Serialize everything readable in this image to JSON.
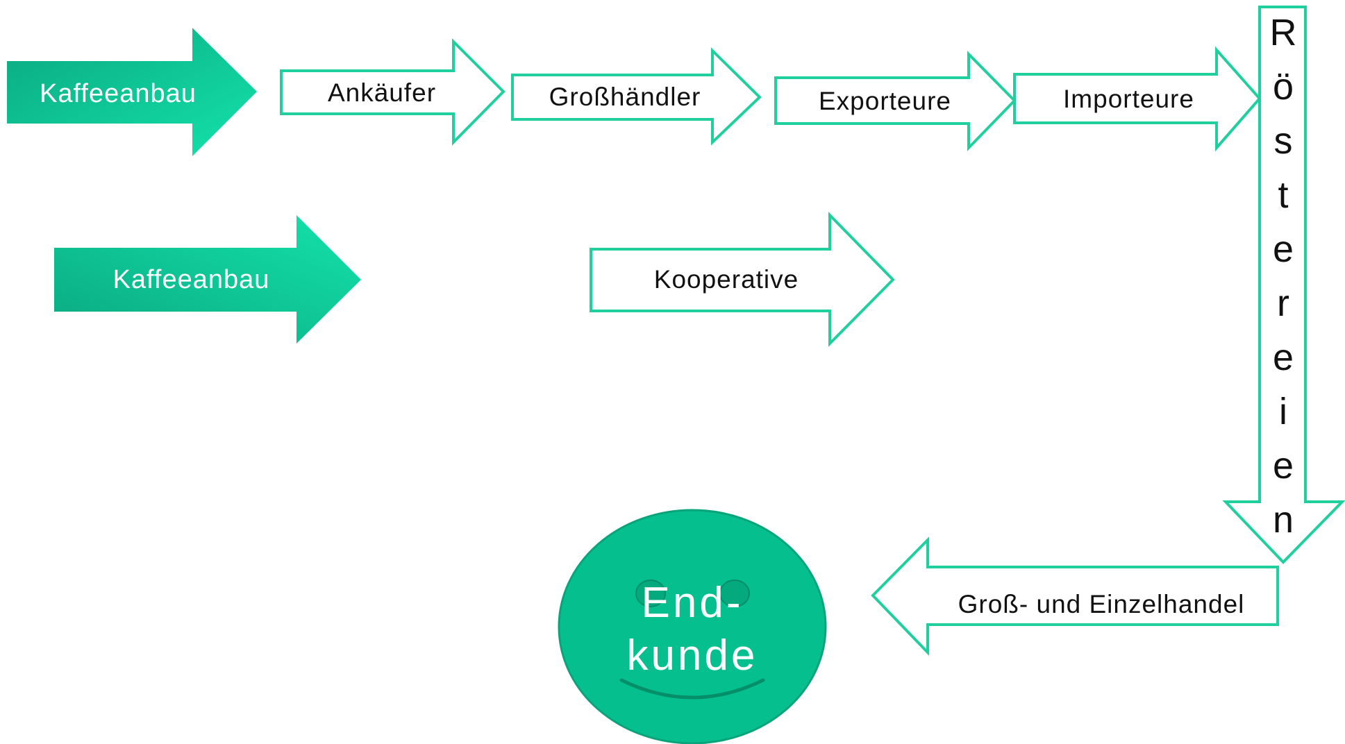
{
  "colors": {
    "outline": "#1fcf9e",
    "fill_dark": "#0aa880",
    "fill_light": "#12e0a8",
    "face": "#05c08e"
  },
  "row1": {
    "origin": "Kaffeeanbau",
    "steps": [
      "Ankäufer",
      "Großhändler",
      "Exporteure",
      "Importeure"
    ]
  },
  "row2": {
    "origin": "Kaffeeanbau",
    "step": "Kooperative"
  },
  "roaster": {
    "label": "Röstereien",
    "letters": [
      "R",
      "ö",
      "s",
      "t",
      "e",
      "r",
      "e",
      "i",
      "e",
      "n"
    ]
  },
  "retail": {
    "label": "Groß- und Einzelhandel"
  },
  "customer": {
    "line1": "End-",
    "line2": "kunde"
  }
}
